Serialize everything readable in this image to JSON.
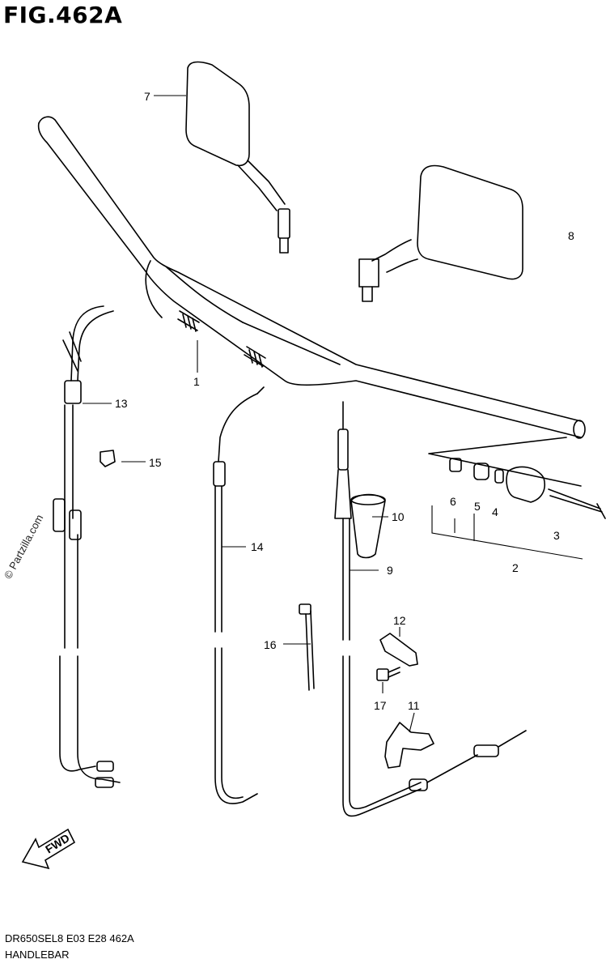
{
  "figure": {
    "title": "FIG.462A",
    "model_code": "DR650SEL8  E03  E28  462A",
    "section_name": "HANDLEBAR",
    "watermark": "© Partzilla.com"
  },
  "callouts": [
    {
      "id": "1",
      "label": "1"
    },
    {
      "id": "2",
      "label": "2"
    },
    {
      "id": "3",
      "label": "3"
    },
    {
      "id": "4",
      "label": "4"
    },
    {
      "id": "5",
      "label": "5"
    },
    {
      "id": "6",
      "label": "6"
    },
    {
      "id": "7",
      "label": "7"
    },
    {
      "id": "8",
      "label": "8"
    },
    {
      "id": "9",
      "label": "9"
    },
    {
      "id": "10",
      "label": "10"
    },
    {
      "id": "11",
      "label": "11"
    },
    {
      "id": "12",
      "label": "12"
    },
    {
      "id": "13",
      "label": "13"
    },
    {
      "id": "14",
      "label": "14"
    },
    {
      "id": "15",
      "label": "15"
    },
    {
      "id": "16",
      "label": "16"
    },
    {
      "id": "17",
      "label": "17"
    }
  ],
  "fwd_arrow": {
    "label": "FWD"
  }
}
